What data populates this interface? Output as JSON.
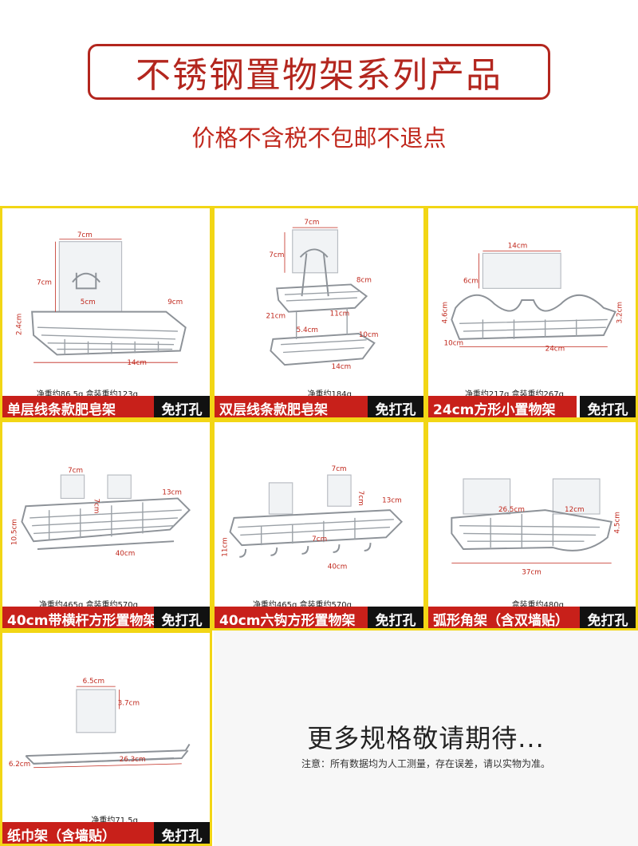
{
  "header": {
    "title": "不锈钢置物架系列产品",
    "subtitle": "价格不含税不包邮不退点"
  },
  "products": [
    {
      "name": "单层线条款肥皂架",
      "tag": "免打孔",
      "weight": "净重约86.5g  盒装重约123g",
      "dims": [
        "7cm",
        "7cm",
        "5cm",
        "9cm",
        "2.4cm",
        "14cm"
      ]
    },
    {
      "name": "双层线条款肥皂架",
      "tag": "免打孔",
      "weight": "净重约184g",
      "dims": [
        "7cm",
        "7cm",
        "8cm",
        "21cm",
        "11cm",
        "5.4cm",
        "10cm",
        "14cm"
      ]
    },
    {
      "name": "24cm方形小置物架",
      "tag": "免打孔",
      "weight": "净重约217g  盒装重约267g",
      "dims": [
        "14cm",
        "6cm",
        "4.6cm",
        "3.2cm",
        "10cm",
        "24cm"
      ]
    },
    {
      "name": "40cm带横杆方形置物架",
      "tag": "免打孔",
      "weight": "净重约465g  盒装重约570g",
      "dims": [
        "7cm",
        "7cm",
        "13cm",
        "10.5cm",
        "40cm"
      ]
    },
    {
      "name": "40cm六钩方形置物架",
      "tag": "免打孔",
      "weight": "净重约465g  盒装重约570g",
      "dims": [
        "7cm",
        "7cm",
        "13cm",
        "11cm",
        "7cm",
        "40cm"
      ]
    },
    {
      "name": "弧形角架（含双墙贴）",
      "tag": "免打孔",
      "weight": "盒装重约480g",
      "dims": [
        "26.5cm",
        "12cm",
        "4.5cm",
        "37cm"
      ]
    },
    {
      "name": "纸巾架（含墙贴）",
      "tag": "免打孔",
      "weight": "净重约71.5g",
      "dims": [
        "6.5cm",
        "3.7cm",
        "6.2cm",
        "26.3cm"
      ]
    }
  ],
  "more": {
    "title": "更多规格敬请期待...",
    "note": "注意：所有数据均为人工测量，存在误差，请以实物为准。"
  },
  "colors": {
    "accent_red": "#c8201a",
    "border_yellow": "#f2d615",
    "tag_black": "#111111"
  }
}
